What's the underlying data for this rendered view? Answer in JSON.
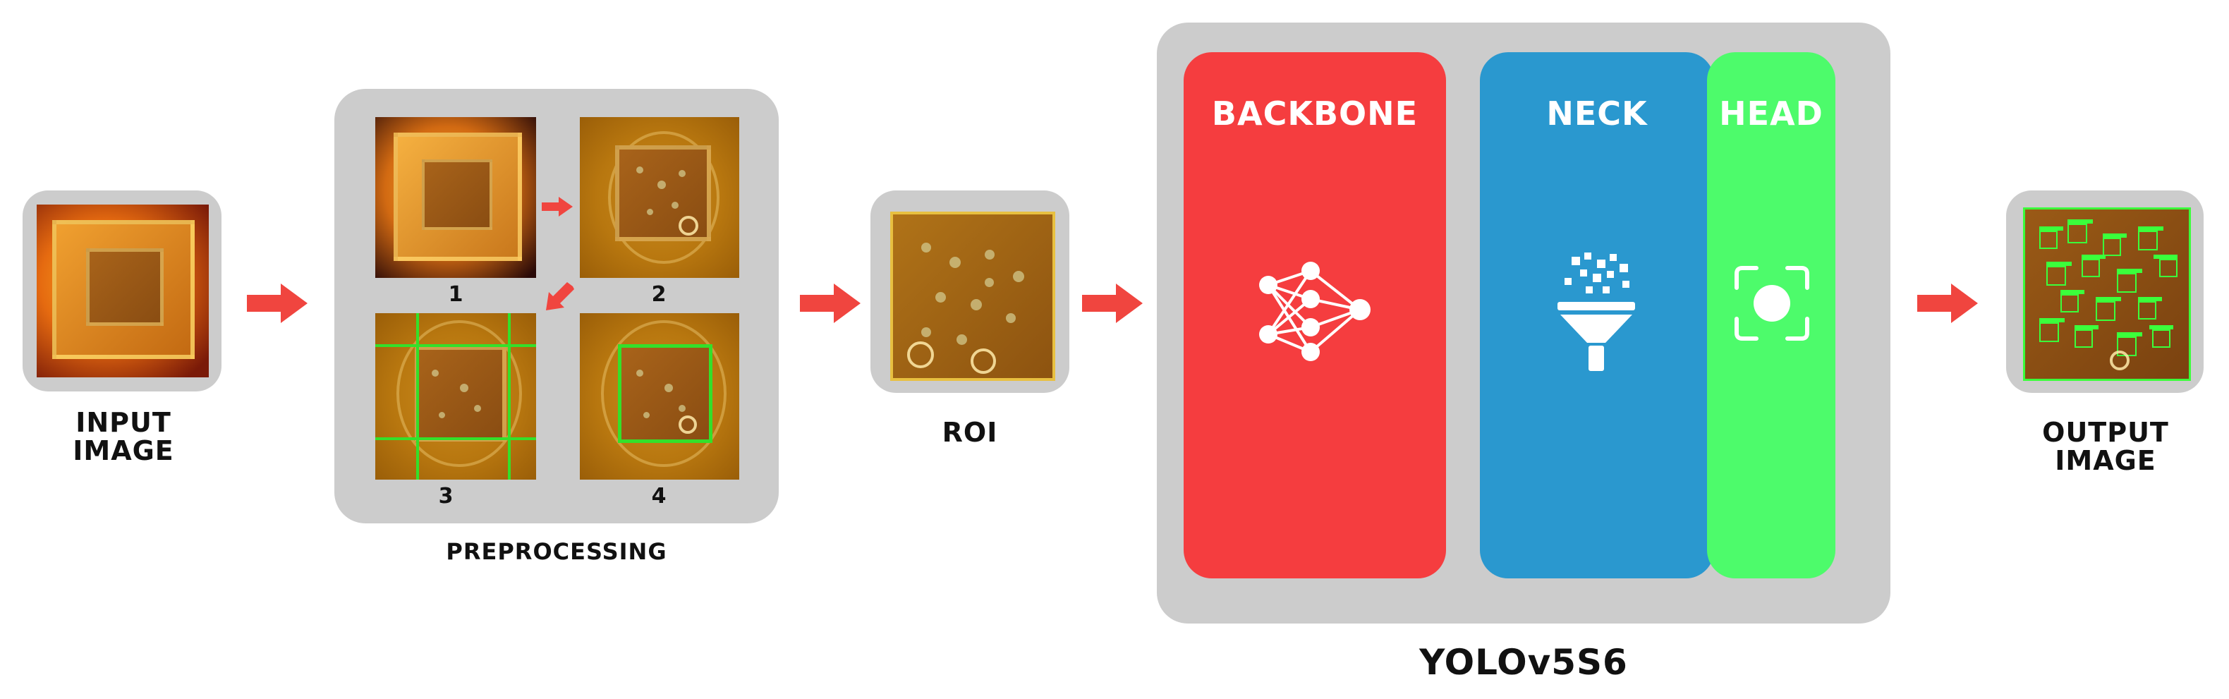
{
  "labels": {
    "input_line1": "INPUT",
    "input_line2": "IMAGE",
    "preprocessing": "PREPROCESSING",
    "roi": "ROI",
    "yolo": "YOLOv5S6",
    "output_line1": "OUTPUT",
    "output_line2": "IMAGE"
  },
  "steps": [
    "1",
    "2",
    "3",
    "4"
  ],
  "model": {
    "backbone": "BACKBONE",
    "neck": "NECK",
    "head": "HEAD"
  },
  "icons": [
    "neural-network-icon",
    "funnel-icon",
    "focus-icon",
    "arrow-right-icon"
  ],
  "colors": {
    "arrow": "#f0453f",
    "box_gray": "#cccccc",
    "backbone": "#f53d3f",
    "neck": "#2a98cf",
    "head": "#4dfb6b",
    "grid_green": "#34e02a"
  }
}
